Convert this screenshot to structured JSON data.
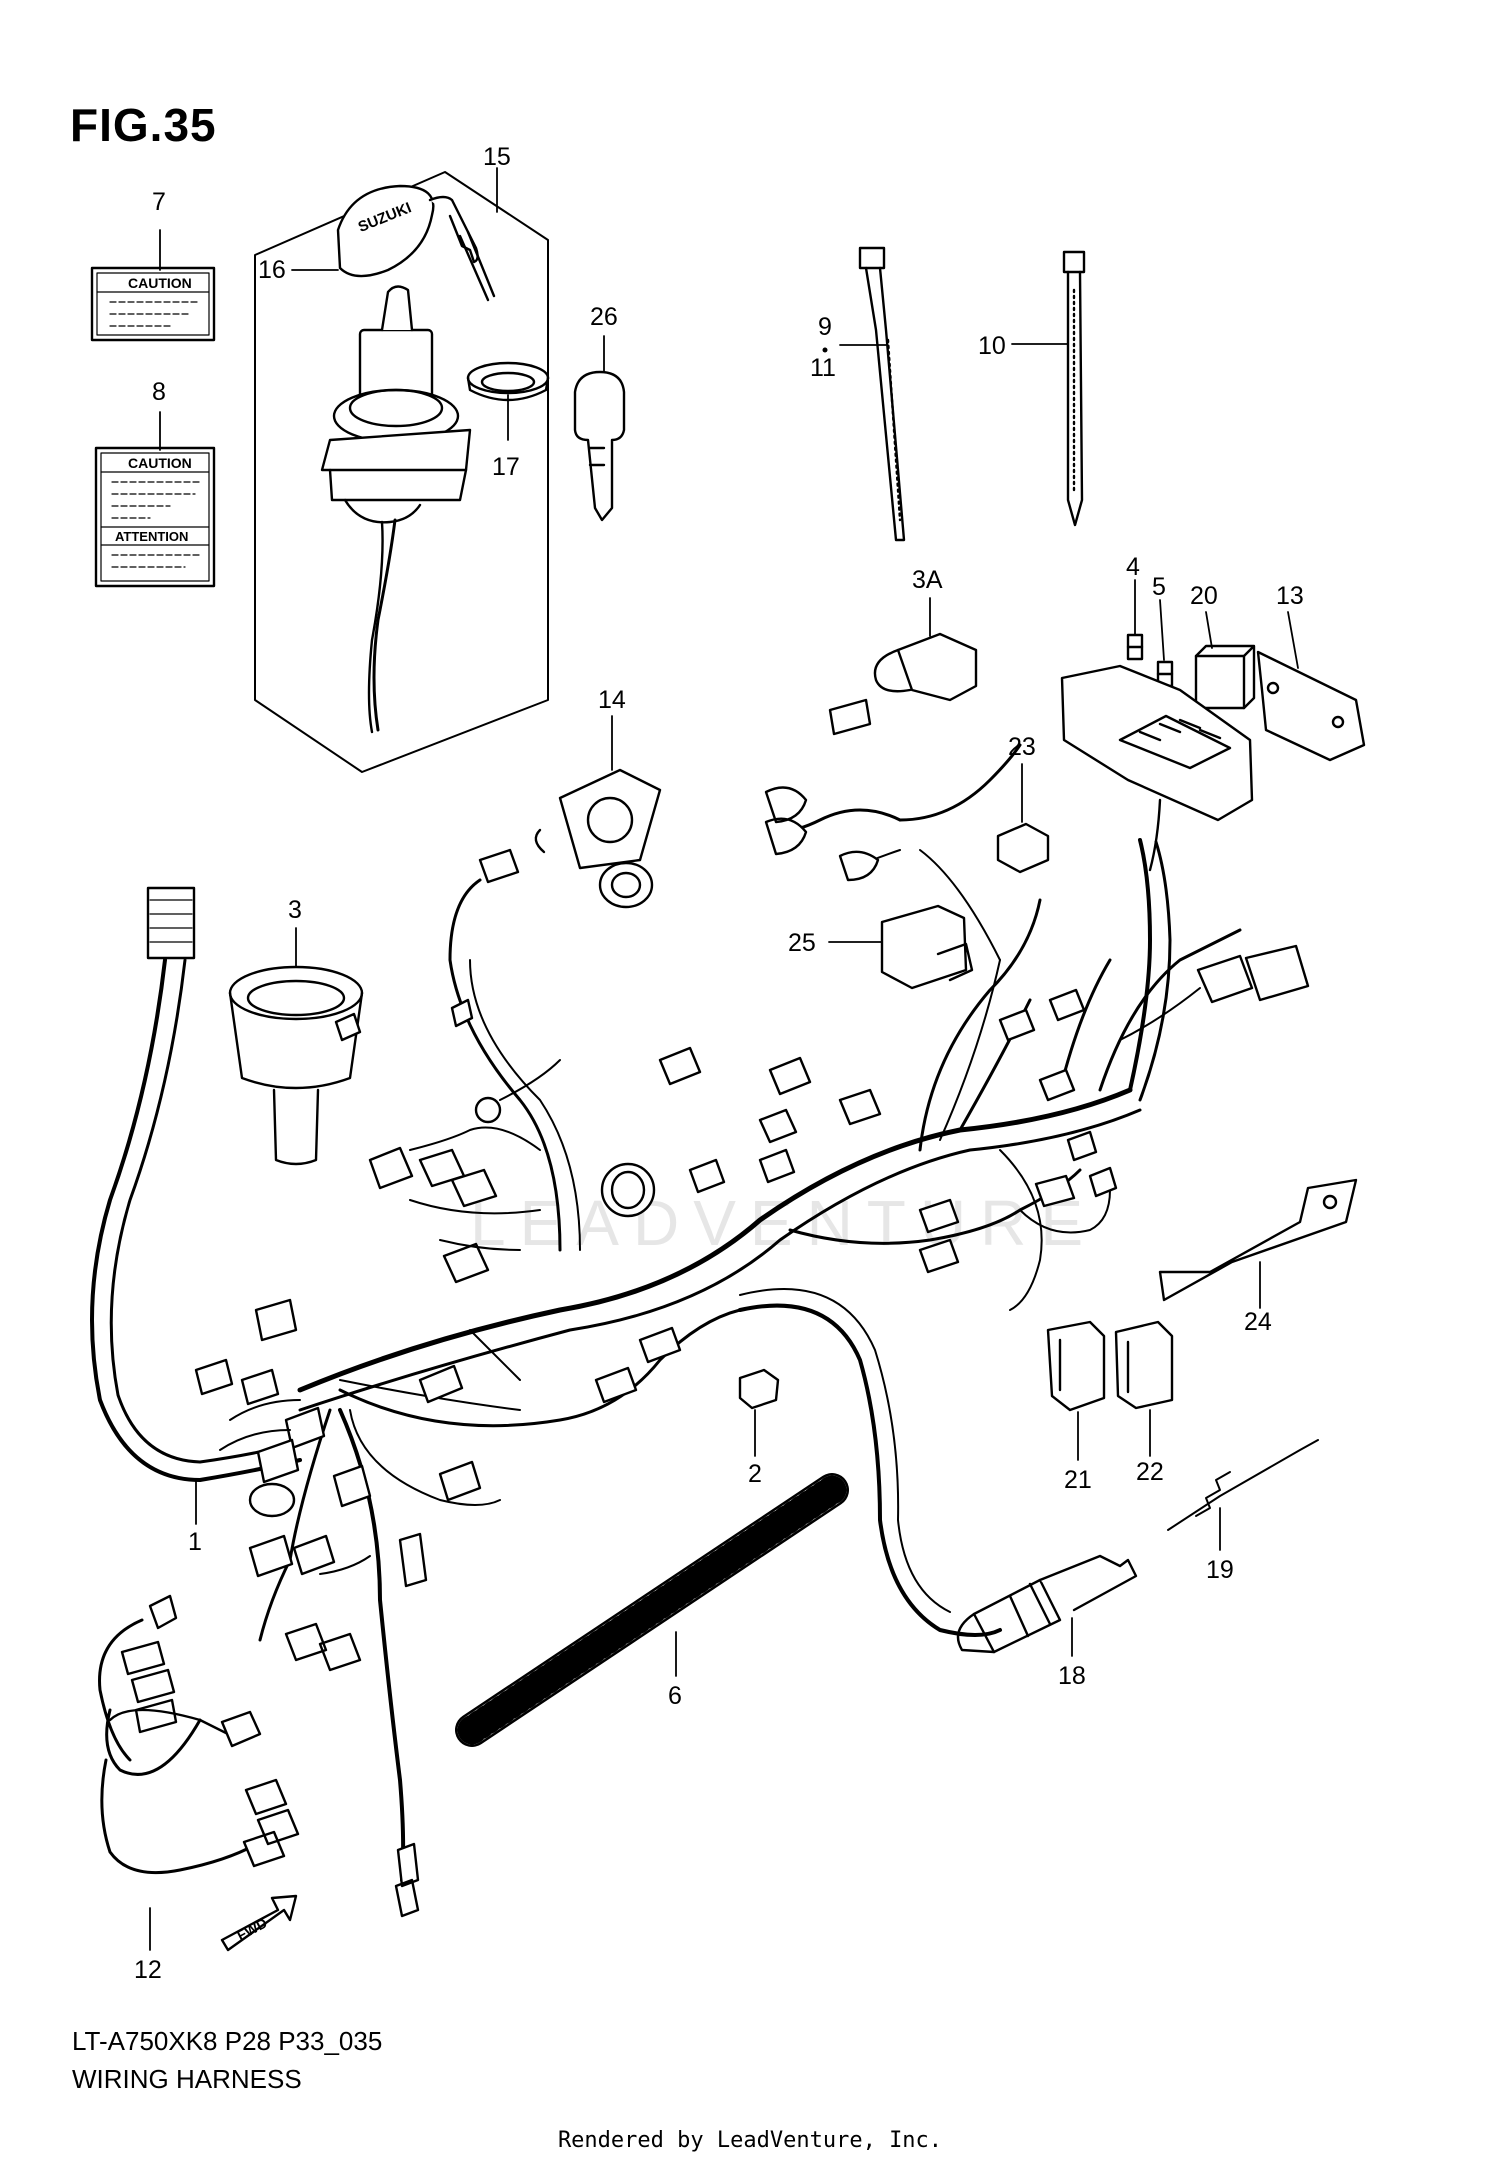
{
  "figure": {
    "title": "FIG.35",
    "model_code": "LT-A750XK8 P28 P33_035",
    "section_name": "WIRING HARNESS",
    "footer": "Rendered by LeadVenture, Inc."
  },
  "labels": {
    "caution_1": "CAUTION",
    "caution_2": "CAUTION",
    "attention": "ATTENTION",
    "key_brand": "SUZUKI",
    "fwd": "FWD",
    "watermark": "LEADVENTURE"
  },
  "callouts": {
    "c1": "1",
    "c2": "2",
    "c3": "3",
    "c3a": "3A",
    "c4": "4",
    "c5": "5",
    "c6": "6",
    "c7": "7",
    "c8": "8",
    "c9": "9",
    "c11": "11",
    "c10": "10",
    "c12": "12",
    "c13": "13",
    "c14": "14",
    "c15": "15",
    "c16": "16",
    "c17": "17",
    "c18": "18",
    "c19": "19",
    "c20": "20",
    "c21": "21",
    "c22": "22",
    "c23": "23",
    "c24": "24",
    "c25": "25",
    "c26": "26"
  }
}
